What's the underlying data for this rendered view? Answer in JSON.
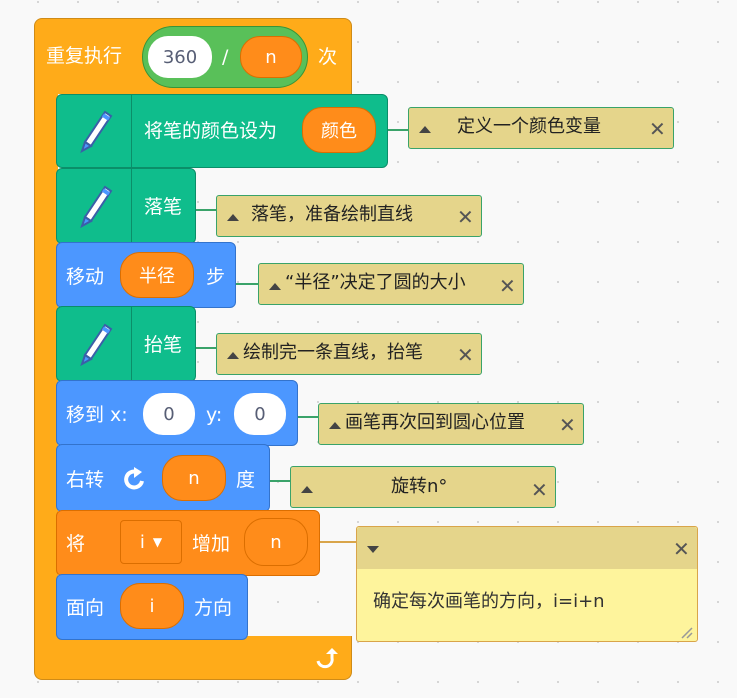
{
  "repeat": {
    "label": "重复执行",
    "value1": "360",
    "operator": "/",
    "value2": "n",
    "suffix": "次"
  },
  "blocks": {
    "set_color": {
      "label": "将笔的颜色设为",
      "value": "颜色"
    },
    "pen_down": {
      "label": "落笔"
    },
    "move": {
      "label": "移动",
      "value": "半径",
      "suffix": "步"
    },
    "pen_up": {
      "label": "抬笔"
    },
    "goto": {
      "label": "移到 x:",
      "x": "0",
      "ylabel": "y:",
      "y": "0"
    },
    "turn": {
      "label": "右转",
      "value": "n",
      "suffix": "度"
    },
    "change": {
      "label": "将",
      "var": "i",
      "action": "增加",
      "value": "n"
    },
    "point": {
      "label": "面向",
      "value": "i",
      "suffix": "方向"
    }
  },
  "comments": [
    {
      "text": "定义一个颜色变量"
    },
    {
      "text": "落笔，准备绘制直线"
    },
    {
      "text": "“半径”决定了圆的大小"
    },
    {
      "text": "绘制完一条直线，抬笔"
    },
    {
      "text": "画笔再次回到圆心位置"
    },
    {
      "text": "旋转n°"
    }
  ],
  "big_comment": {
    "text": "确定每次画笔的方向，i=i+n"
  },
  "icons": {
    "pen": "pen-icon",
    "turn": "rotate-right-icon",
    "loop_end": "loop-arrow-icon",
    "close": "close-icon",
    "collapse": "collapse-triangle-icon",
    "resize": "resize-handle-icon"
  },
  "colors": {
    "control": "#ffab19",
    "pen": "#0fbd8c",
    "motion": "#4c97ff",
    "variables": "#ff8c1a",
    "operators": "#59c059",
    "comment": "#e5d58b",
    "comment_open": "#fef49c"
  }
}
